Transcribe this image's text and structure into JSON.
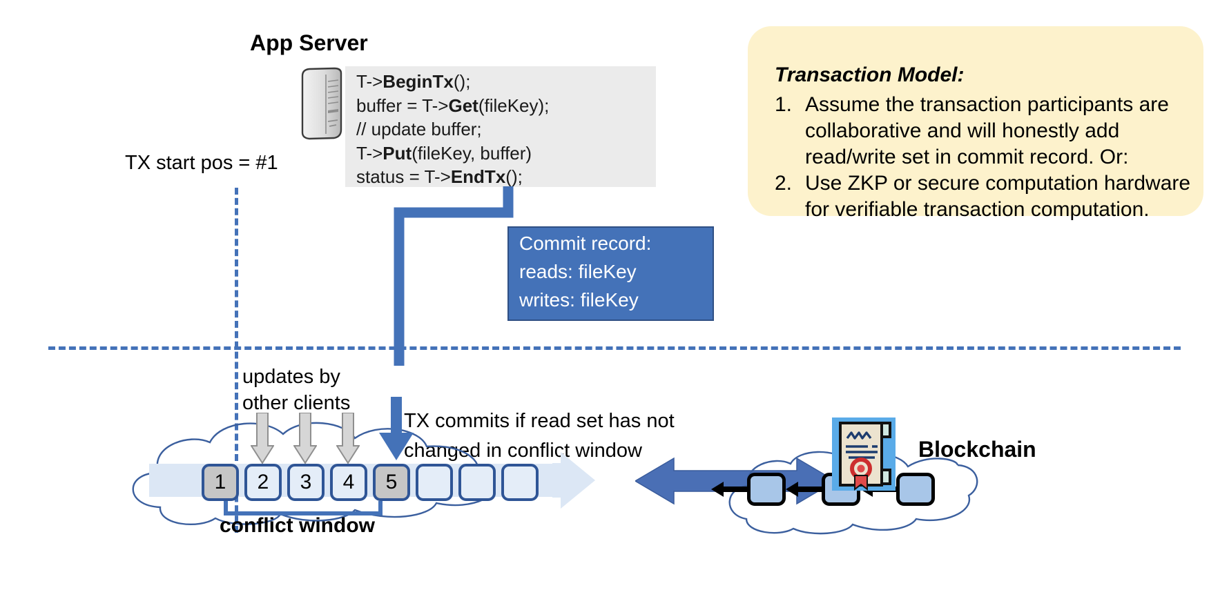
{
  "app_server": {
    "title": "App Server",
    "icon": "server-tower-icon",
    "code_lines": [
      {
        "pre": "T->",
        "bold": "BeginTx",
        "post": "();"
      },
      {
        "pre": "buffer = T->",
        "bold": "Get",
        "post": "(fileKey);"
      },
      {
        "pre": "// update buffer;",
        "bold": "",
        "post": ""
      },
      {
        "pre": "T->",
        "bold": "Put",
        "post": "(fileKey, buffer)"
      },
      {
        "pre": "status = T->",
        "bold": "EndTx",
        "post": "();"
      }
    ]
  },
  "tx_start": {
    "label": "TX start pos = #1"
  },
  "commit_record": {
    "lines": [
      "Commit record:",
      "reads: fileKey",
      "writes: fileKey"
    ],
    "fill_color": "#4472b8",
    "text_color": "#ffffff"
  },
  "transaction_model": {
    "title": "Transaction Model:",
    "items": [
      {
        "num": "1.",
        "text": "Assume the transaction participants are collaborative and will honestly add read/write set in commit record.  Or:"
      },
      {
        "num": "2.",
        "text": "Use ZKP or secure computation hardware for verifiable transaction computation."
      }
    ],
    "fill_color": "#fdf2cc"
  },
  "ledger": {
    "updates_label": [
      "updates by",
      "other clients"
    ],
    "commits_label": [
      "TX commits if read set has not",
      "changed in conflict window"
    ],
    "conflict_window_label": "conflict window",
    "blocks": [
      {
        "num": "1",
        "state": "filled"
      },
      {
        "num": "2",
        "state": "empty"
      },
      {
        "num": "3",
        "state": "empty"
      },
      {
        "num": "4",
        "state": "empty"
      },
      {
        "num": "5",
        "state": "filled"
      },
      {
        "num": "",
        "state": "empty"
      },
      {
        "num": "",
        "state": "empty"
      },
      {
        "num": "",
        "state": "empty"
      }
    ],
    "update_arrow_count": 3,
    "commit_arrow_target": "5"
  },
  "blockchain": {
    "label": "Blockchain",
    "icon": "certificate-icon",
    "block_count": 3,
    "block_color": "#a8c6e8"
  },
  "colors": {
    "accent_blue": "#4472b8",
    "dark_blue_outline": "#2f5596",
    "ledger_fill": "#dce7f5",
    "ledger_filled_block": "#c6c6c6",
    "note_yellow": "#fdf2cc",
    "code_bg": "#ebebeb",
    "cert_accent": "#5aabe8",
    "cert_seal": "#d03a3a"
  }
}
